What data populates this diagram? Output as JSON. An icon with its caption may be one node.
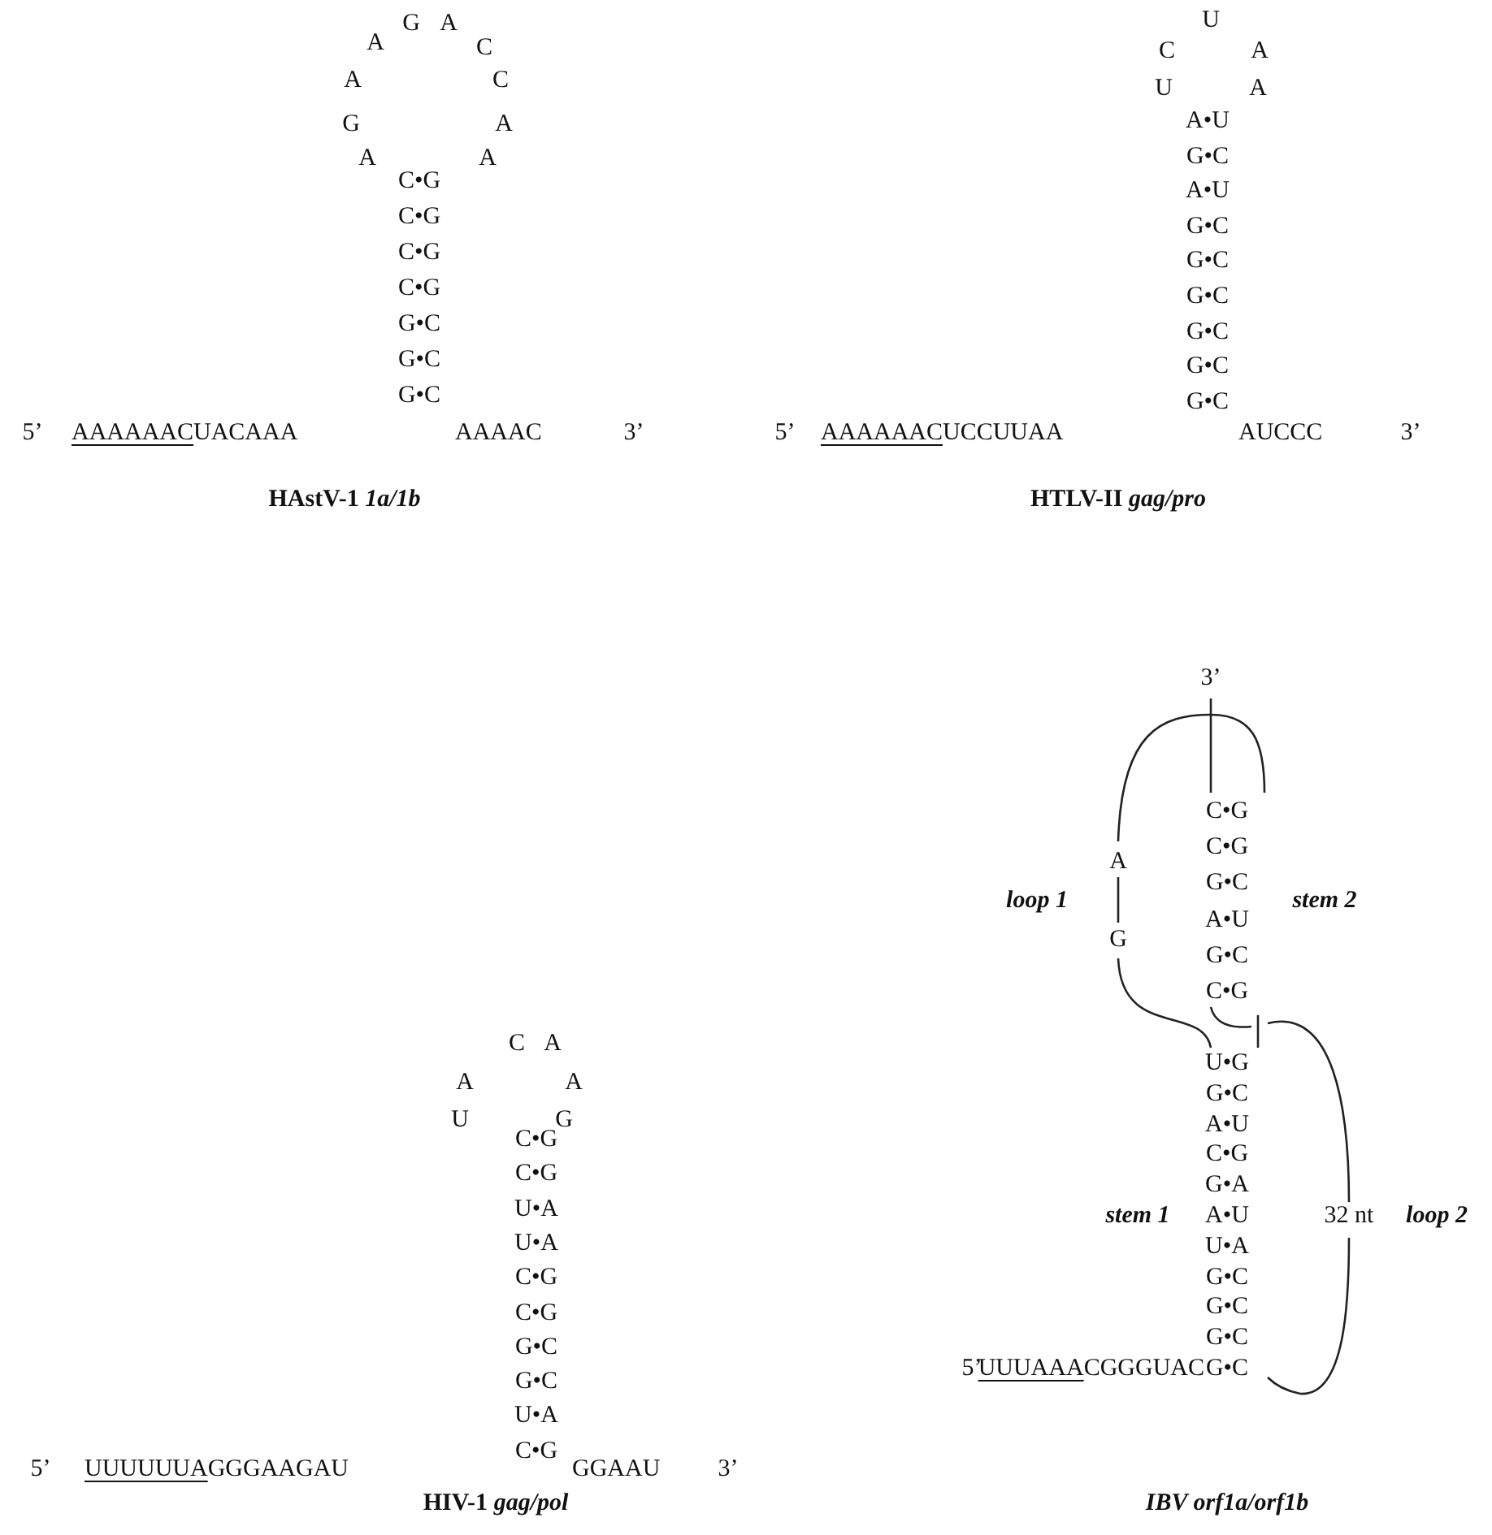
{
  "diagram": {
    "labels": [
      "G",
      "A",
      "A",
      "C",
      "A",
      "C",
      "G",
      "A",
      "A",
      "A",
      "C•G",
      "C•G",
      "C•G",
      "C•G",
      "G•C",
      "G•C",
      "G•C",
      "5’",
      "AAAAAACUACAAA",
      "AAAAC",
      "3’",
      "HAstV-1 *1a/1b*",
      "U",
      "C",
      "A",
      "U",
      "A",
      "A•U",
      "G•C",
      "A•U",
      "G•C",
      "G•C",
      "G•C",
      "G•C",
      "G•C",
      "G•C",
      "5’",
      "AAAAAACUCCUUAA",
      "AUCCC",
      "3’",
      "HTLV-II *gag/pro*",
      "C",
      "A",
      "A",
      "A",
      "U",
      "G",
      "C•G",
      "C•G",
      "U•A",
      "U•A",
      "C•G",
      "C•G",
      "G•C",
      "G•C",
      "U•A",
      "C•G",
      "5’",
      "UUUUUUAGGGAAGAU",
      "GGAAU",
      "3’",
      "HIV-1 *gag/pol*",
      "3’",
      "C•G",
      "C•G",
      "A",
      "G•C",
      "loop 1",
      "stem 2",
      "A•U",
      "G",
      "G•C",
      "C•G",
      "U•G",
      "G•C",
      "A•U",
      "C•G",
      "G•A",
      "stem 1",
      "A•U",
      "32 nt",
      "loop 2",
      "U•A",
      "G•C",
      "G•C",
      "G•C",
      "5’",
      "UUUAAACGGGUAC",
      "G•C",
      "*IBV orf1a/orf1b*"
    ]
  }
}
